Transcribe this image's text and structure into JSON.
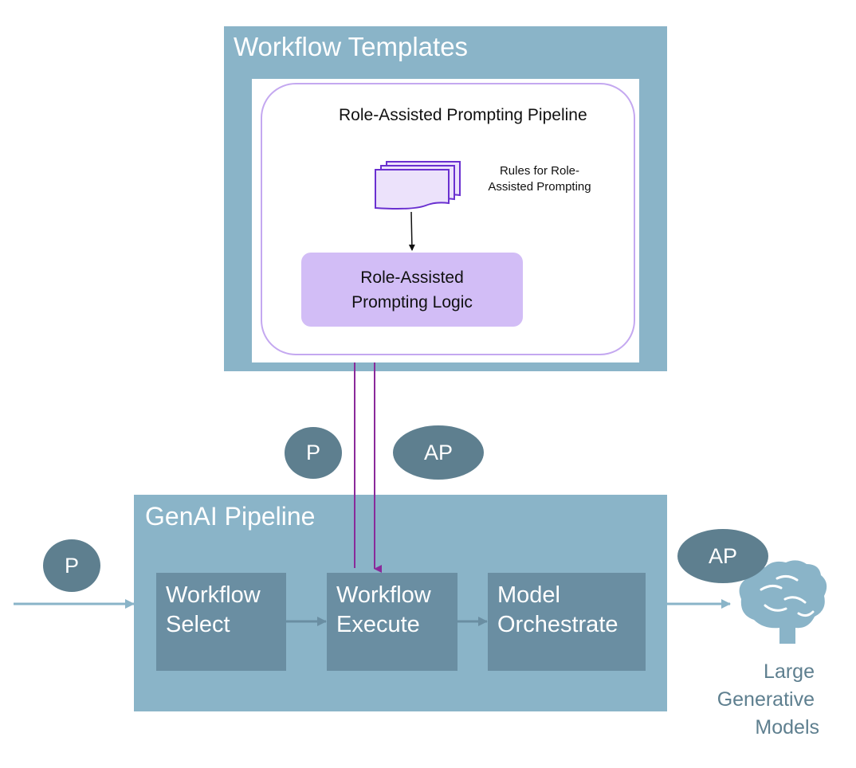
{
  "workflow_templates": {
    "title": "Workflow Templates",
    "pipeline_title": "Role-Assisted Prompting Pipeline",
    "rules_label_line1": "Rules for Role-",
    "rules_label_line2": "Assisted Prompting",
    "logic_line1": "Role-Assisted",
    "logic_line2": "Prompting Logic"
  },
  "genai_pipeline": {
    "title": "GenAI Pipeline",
    "steps": [
      {
        "line1": "Workflow",
        "line2": "Select"
      },
      {
        "line1": "Workflow",
        "line2": "Execute"
      },
      {
        "line1": "Model",
        "line2": "Orchestrate"
      }
    ]
  },
  "badges": {
    "prompt": "P",
    "augmented_prompt": "AP"
  },
  "models_label": {
    "line1": "Large",
    "line2": "Generative",
    "line3": "Models"
  },
  "colors": {
    "panel": "#8ab4c8",
    "step": "#6a8ea2",
    "badge": "#5e7f8f",
    "logic": "#d2bdf6",
    "purple_line": "#8a2a9a"
  }
}
